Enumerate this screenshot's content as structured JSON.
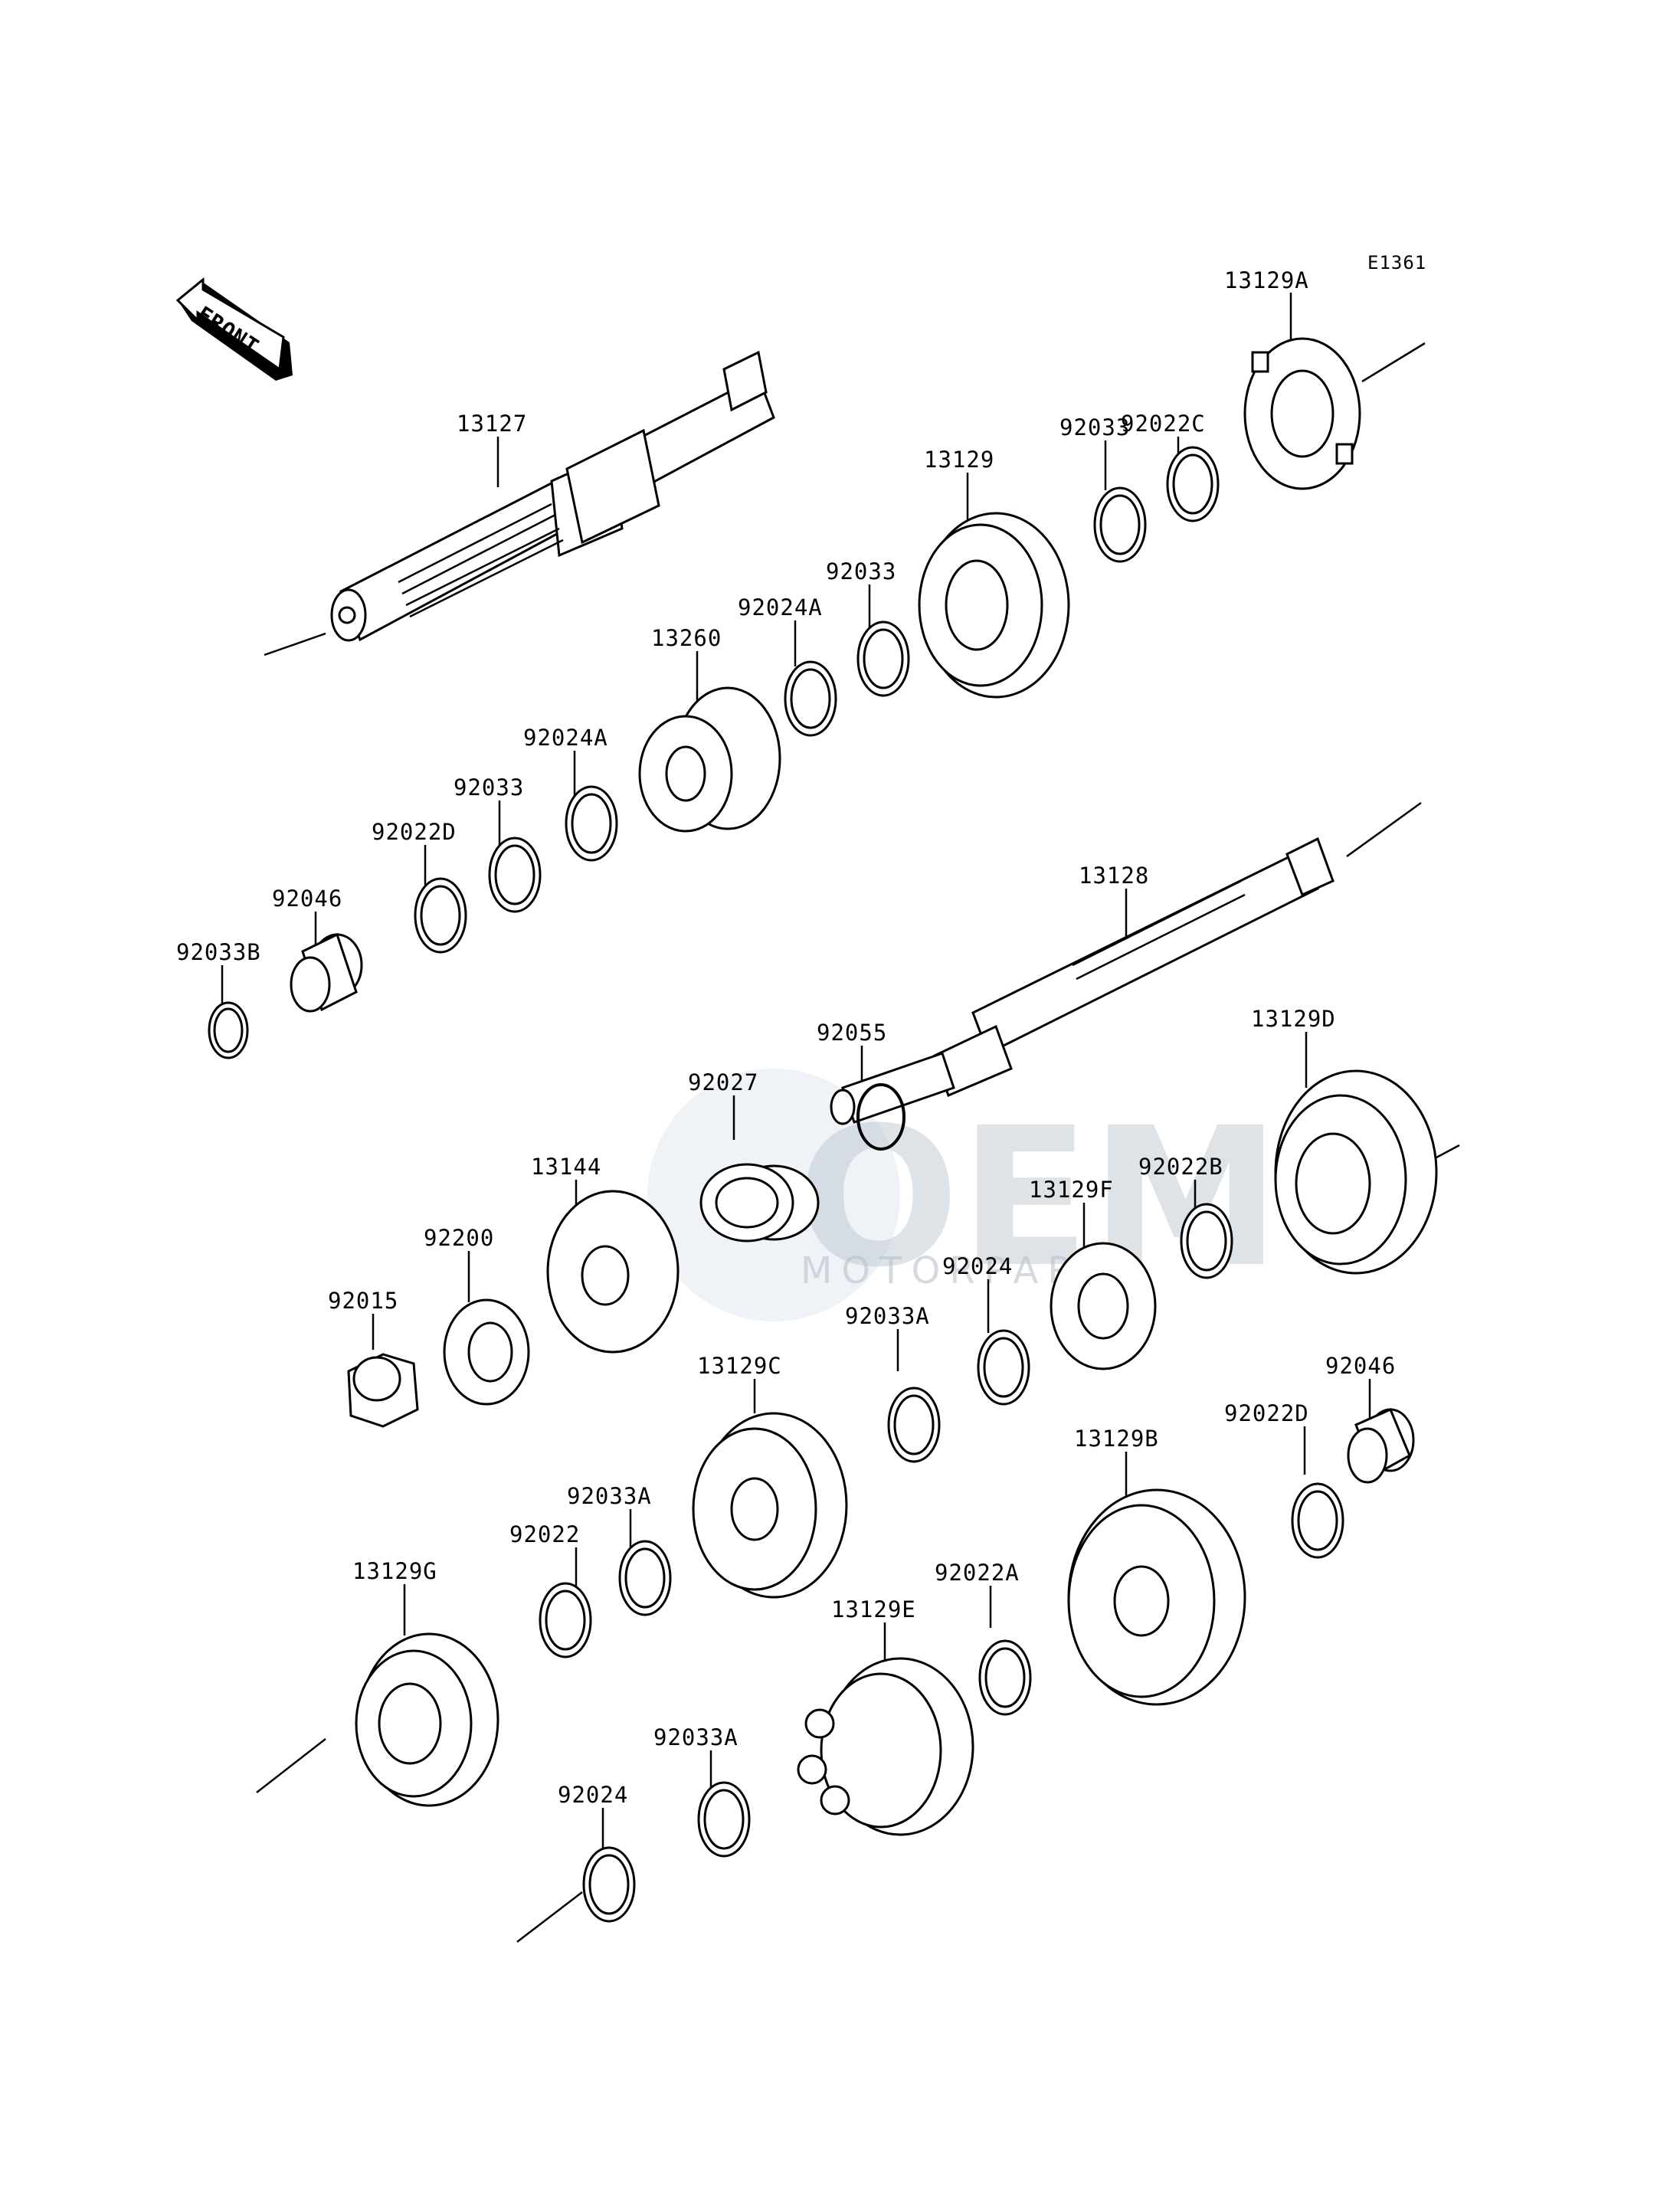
{
  "figure_code": "E1361",
  "front_label": "FRONT",
  "watermark": {
    "logo": "OEM",
    "sub": "MOTORPARTS"
  },
  "parts": [
    {
      "id": "p0",
      "label": "13127"
    },
    {
      "id": "p1",
      "label": "13129A"
    },
    {
      "id": "p2",
      "label": "92022C"
    },
    {
      "id": "p3",
      "label": "92033"
    },
    {
      "id": "p4",
      "label": "13129"
    },
    {
      "id": "p5",
      "label": "92033"
    },
    {
      "id": "p6",
      "label": "92024A"
    },
    {
      "id": "p7",
      "label": "13260"
    },
    {
      "id": "p8",
      "label": "92024A"
    },
    {
      "id": "p9",
      "label": "92033"
    },
    {
      "id": "p10",
      "label": "92022D"
    },
    {
      "id": "p11",
      "label": "92046"
    },
    {
      "id": "p12",
      "label": "92033B"
    },
    {
      "id": "p13",
      "label": "13128"
    },
    {
      "id": "p14",
      "label": "92055"
    },
    {
      "id": "p15",
      "label": "92027"
    },
    {
      "id": "p16",
      "label": "13129D"
    },
    {
      "id": "p17",
      "label": "13144"
    },
    {
      "id": "p18",
      "label": "92022B"
    },
    {
      "id": "p19",
      "label": "13129F"
    },
    {
      "id": "p20",
      "label": "92200"
    },
    {
      "id": "p21",
      "label": "92024"
    },
    {
      "id": "p22",
      "label": "92015"
    },
    {
      "id": "p23",
      "label": "92033A"
    },
    {
      "id": "p24",
      "label": "13129C"
    },
    {
      "id": "p25",
      "label": "92046"
    },
    {
      "id": "p26",
      "label": "92022D"
    },
    {
      "id": "p27",
      "label": "13129B"
    },
    {
      "id": "p28",
      "label": "92033A"
    },
    {
      "id": "p29",
      "label": "92022"
    },
    {
      "id": "p30",
      "label": "13129G"
    },
    {
      "id": "p31",
      "label": "92022A"
    },
    {
      "id": "p32",
      "label": "13129E"
    },
    {
      "id": "p33",
      "label": "92033A"
    },
    {
      "id": "p34",
      "label": "92024"
    }
  ]
}
